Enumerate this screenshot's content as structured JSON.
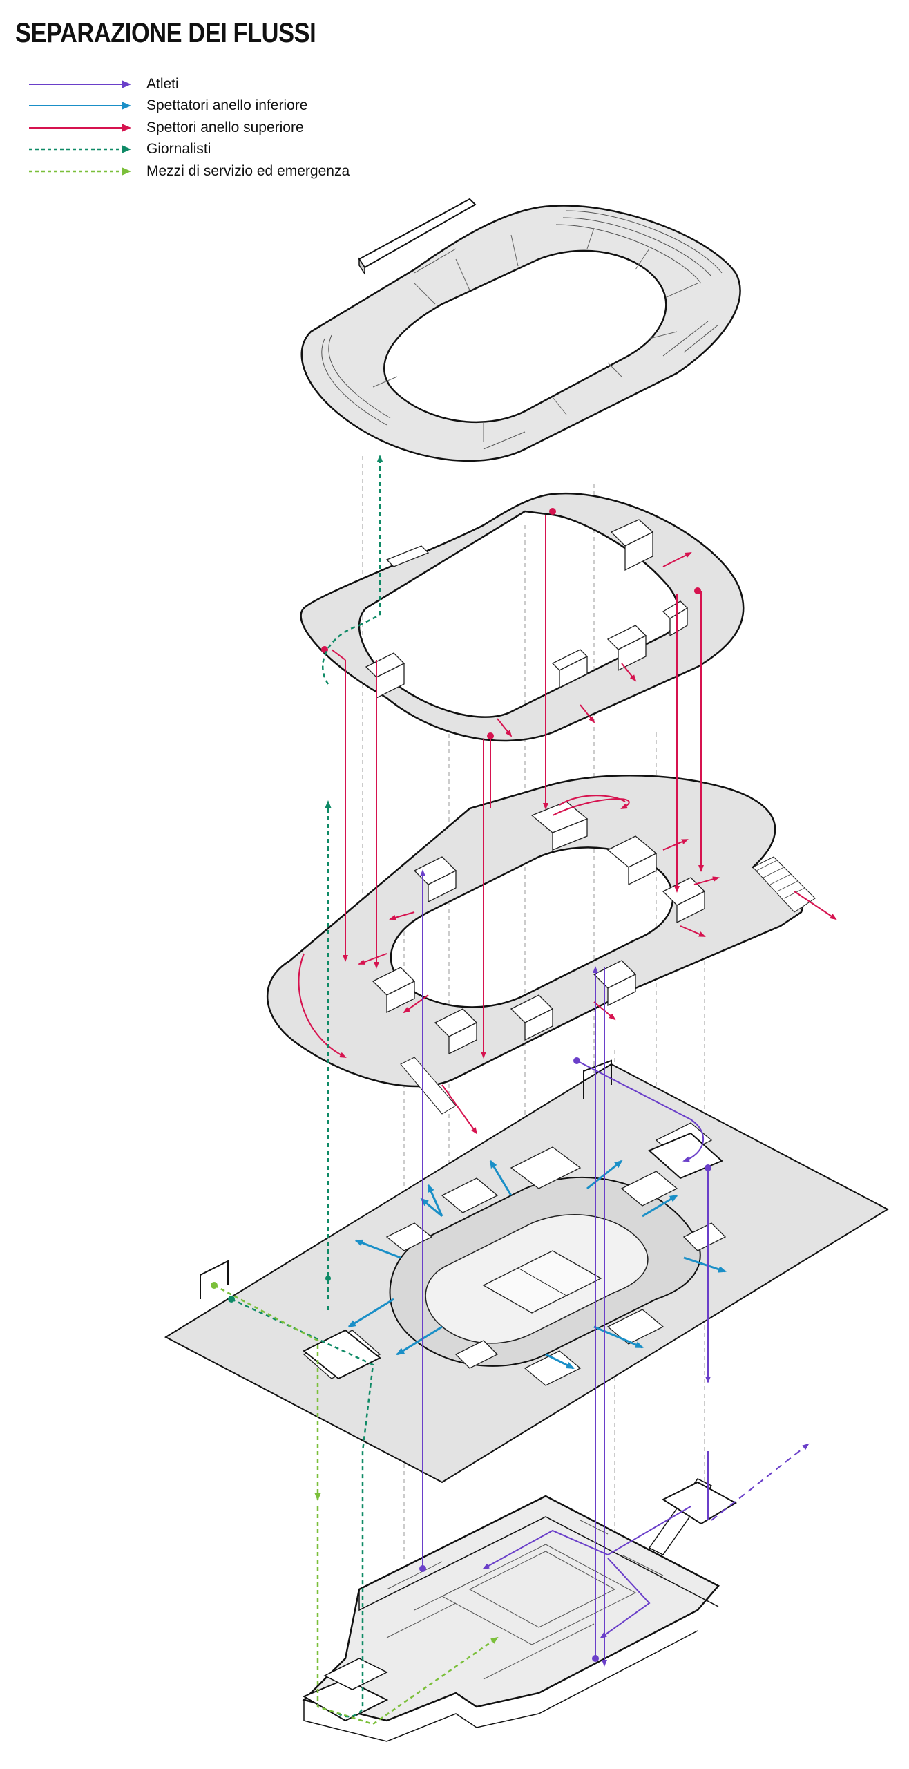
{
  "title": "SEPARAZIONE DEI FLUSSI",
  "legend": [
    {
      "label": "Atleti",
      "color": "#6a3fc9",
      "style": "solid"
    },
    {
      "label": "Spettatori anello inferiore",
      "color": "#1a8fc7",
      "style": "solid"
    },
    {
      "label": "Spettori anello superiore",
      "color": "#d6134f",
      "style": "solid"
    },
    {
      "label": "Giornalisti",
      "color": "#0f8a66",
      "style": "dashed"
    },
    {
      "label": "Mezzi di servizio ed emergenza",
      "color": "#7bbf3a",
      "style": "dashed"
    }
  ],
  "colors": {
    "slab": "#e3e3e3",
    "outline": "#1a1a1a",
    "guide": "#9a9a9a"
  }
}
